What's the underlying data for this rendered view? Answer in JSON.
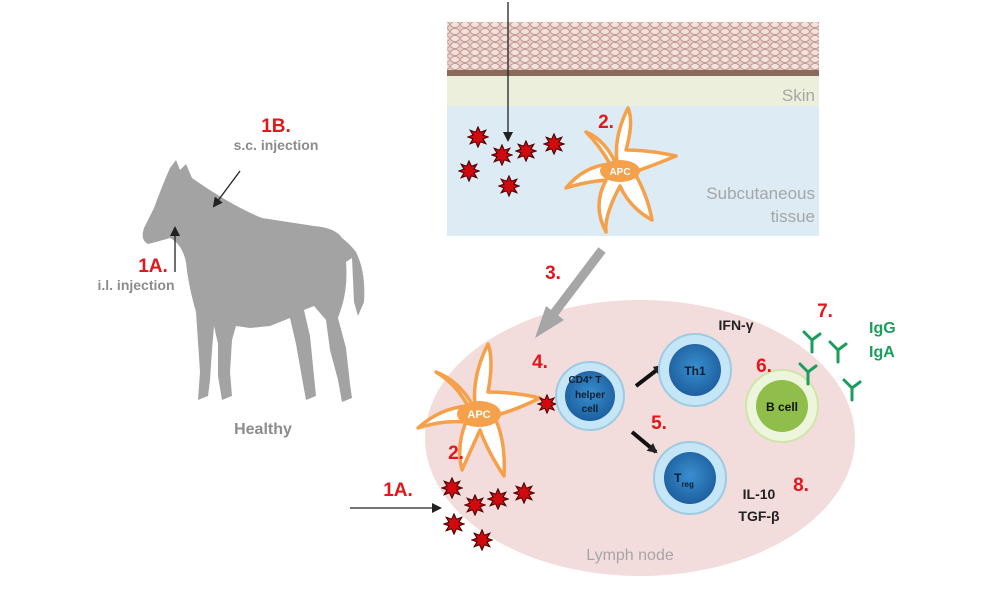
{
  "labels": {
    "healthy": "Healthy",
    "il_num": "1A.",
    "il_text": "i.l. injection",
    "sc_num": "1B.",
    "sc_text": "s.c. injection",
    "skin": "Skin",
    "subcutaneous_line1": "Subcutaneous",
    "subcutaneous_line2": "tissue",
    "lymph_node": "Lymph node",
    "step_2_skin": "2.",
    "step_3": "3.",
    "step_4": "4.",
    "step_5": "5.",
    "step_6": "6.",
    "step_7": "7.",
    "step_8": "8.",
    "step_2_ln": "2.",
    "step_1a_ln": "1A.",
    "apc_skin": "APC",
    "apc_ln": "APC",
    "cd4_line1": "CD4",
    "cd4_sup": "+",
    "cd4_t": " T",
    "cd4_line2": "helper",
    "cd4_line3": "cell",
    "th1": "Th1",
    "treg_main": "T",
    "treg_sub": "reg",
    "bcell": "B cell",
    "ifn": "IFN-γ",
    "il10": "IL-10",
    "tgfb": "TGF-β",
    "igg": "IgG",
    "iga": "IgA"
  },
  "colors": {
    "number_red": "#e3161b",
    "antibody_green": "#1a9e5c",
    "horse_gray": "#a3a3a3",
    "lymph_node_pink": "#f3dcdc",
    "subcutaneous_blue": "#dcebf4",
    "apc_orange": "#f5a04a",
    "allergen_red": "#d10a10",
    "bcell_green": "#a8cf6b"
  }
}
